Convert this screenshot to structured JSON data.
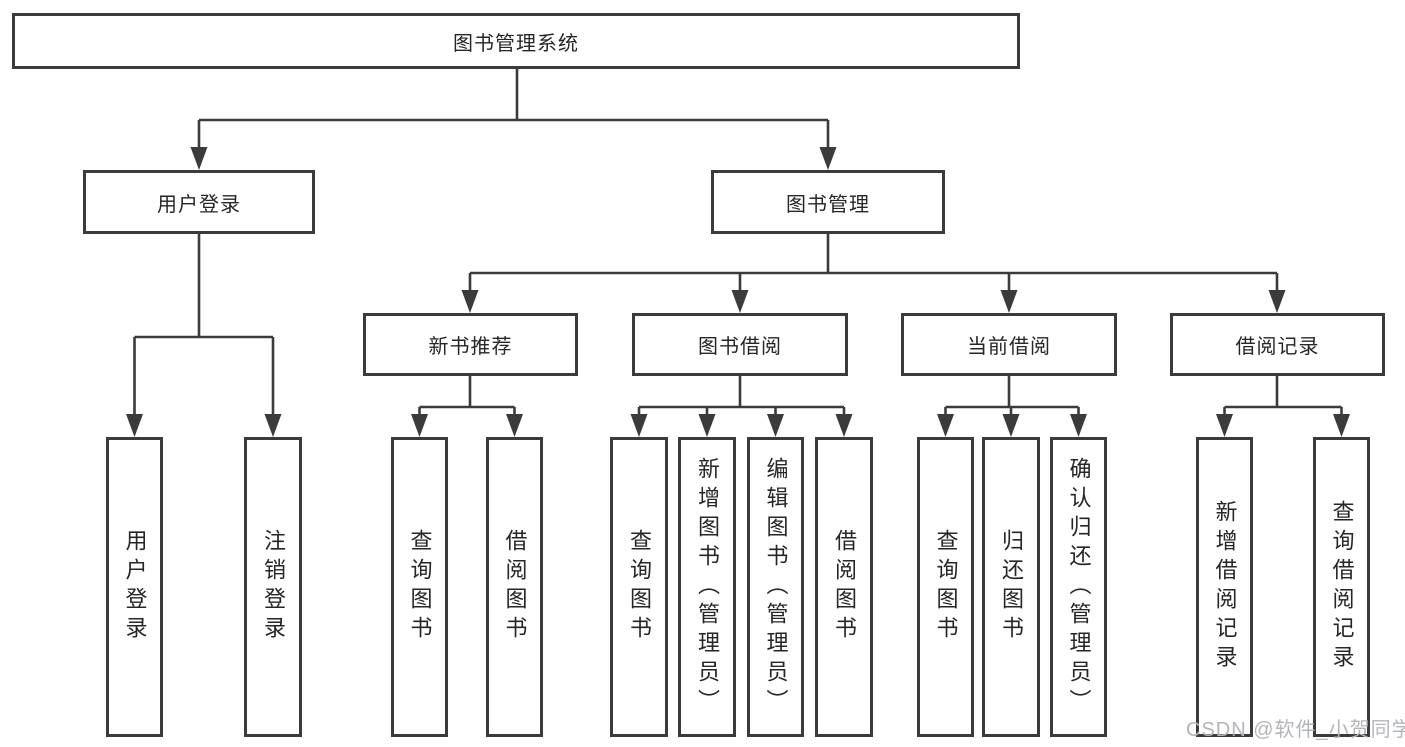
{
  "tree": {
    "root": "图书管理系统",
    "level1": [
      "用户登录",
      "图书管理"
    ],
    "level2": [
      "新书推荐",
      "图书借阅",
      "当前借阅",
      "借阅记录"
    ],
    "leafGroups": [
      [
        "用户登录",
        "注销登录"
      ],
      [
        "查询图书",
        "借阅图书"
      ],
      [
        "查询图书",
        "新增图书（管理员）",
        "编辑图书（管理员）",
        "借阅图书"
      ],
      [
        "查询图书",
        "归还图书",
        "确认归还（管理员）"
      ],
      [
        "新增借阅记录",
        "查询借阅记录"
      ]
    ]
  },
  "watermark": "CSDN @软件_小贺同学",
  "colors": {
    "line": "#3b3b3b",
    "text": "#262626",
    "background": "#ffffff",
    "watermark_text": "#b2b5ba"
  }
}
